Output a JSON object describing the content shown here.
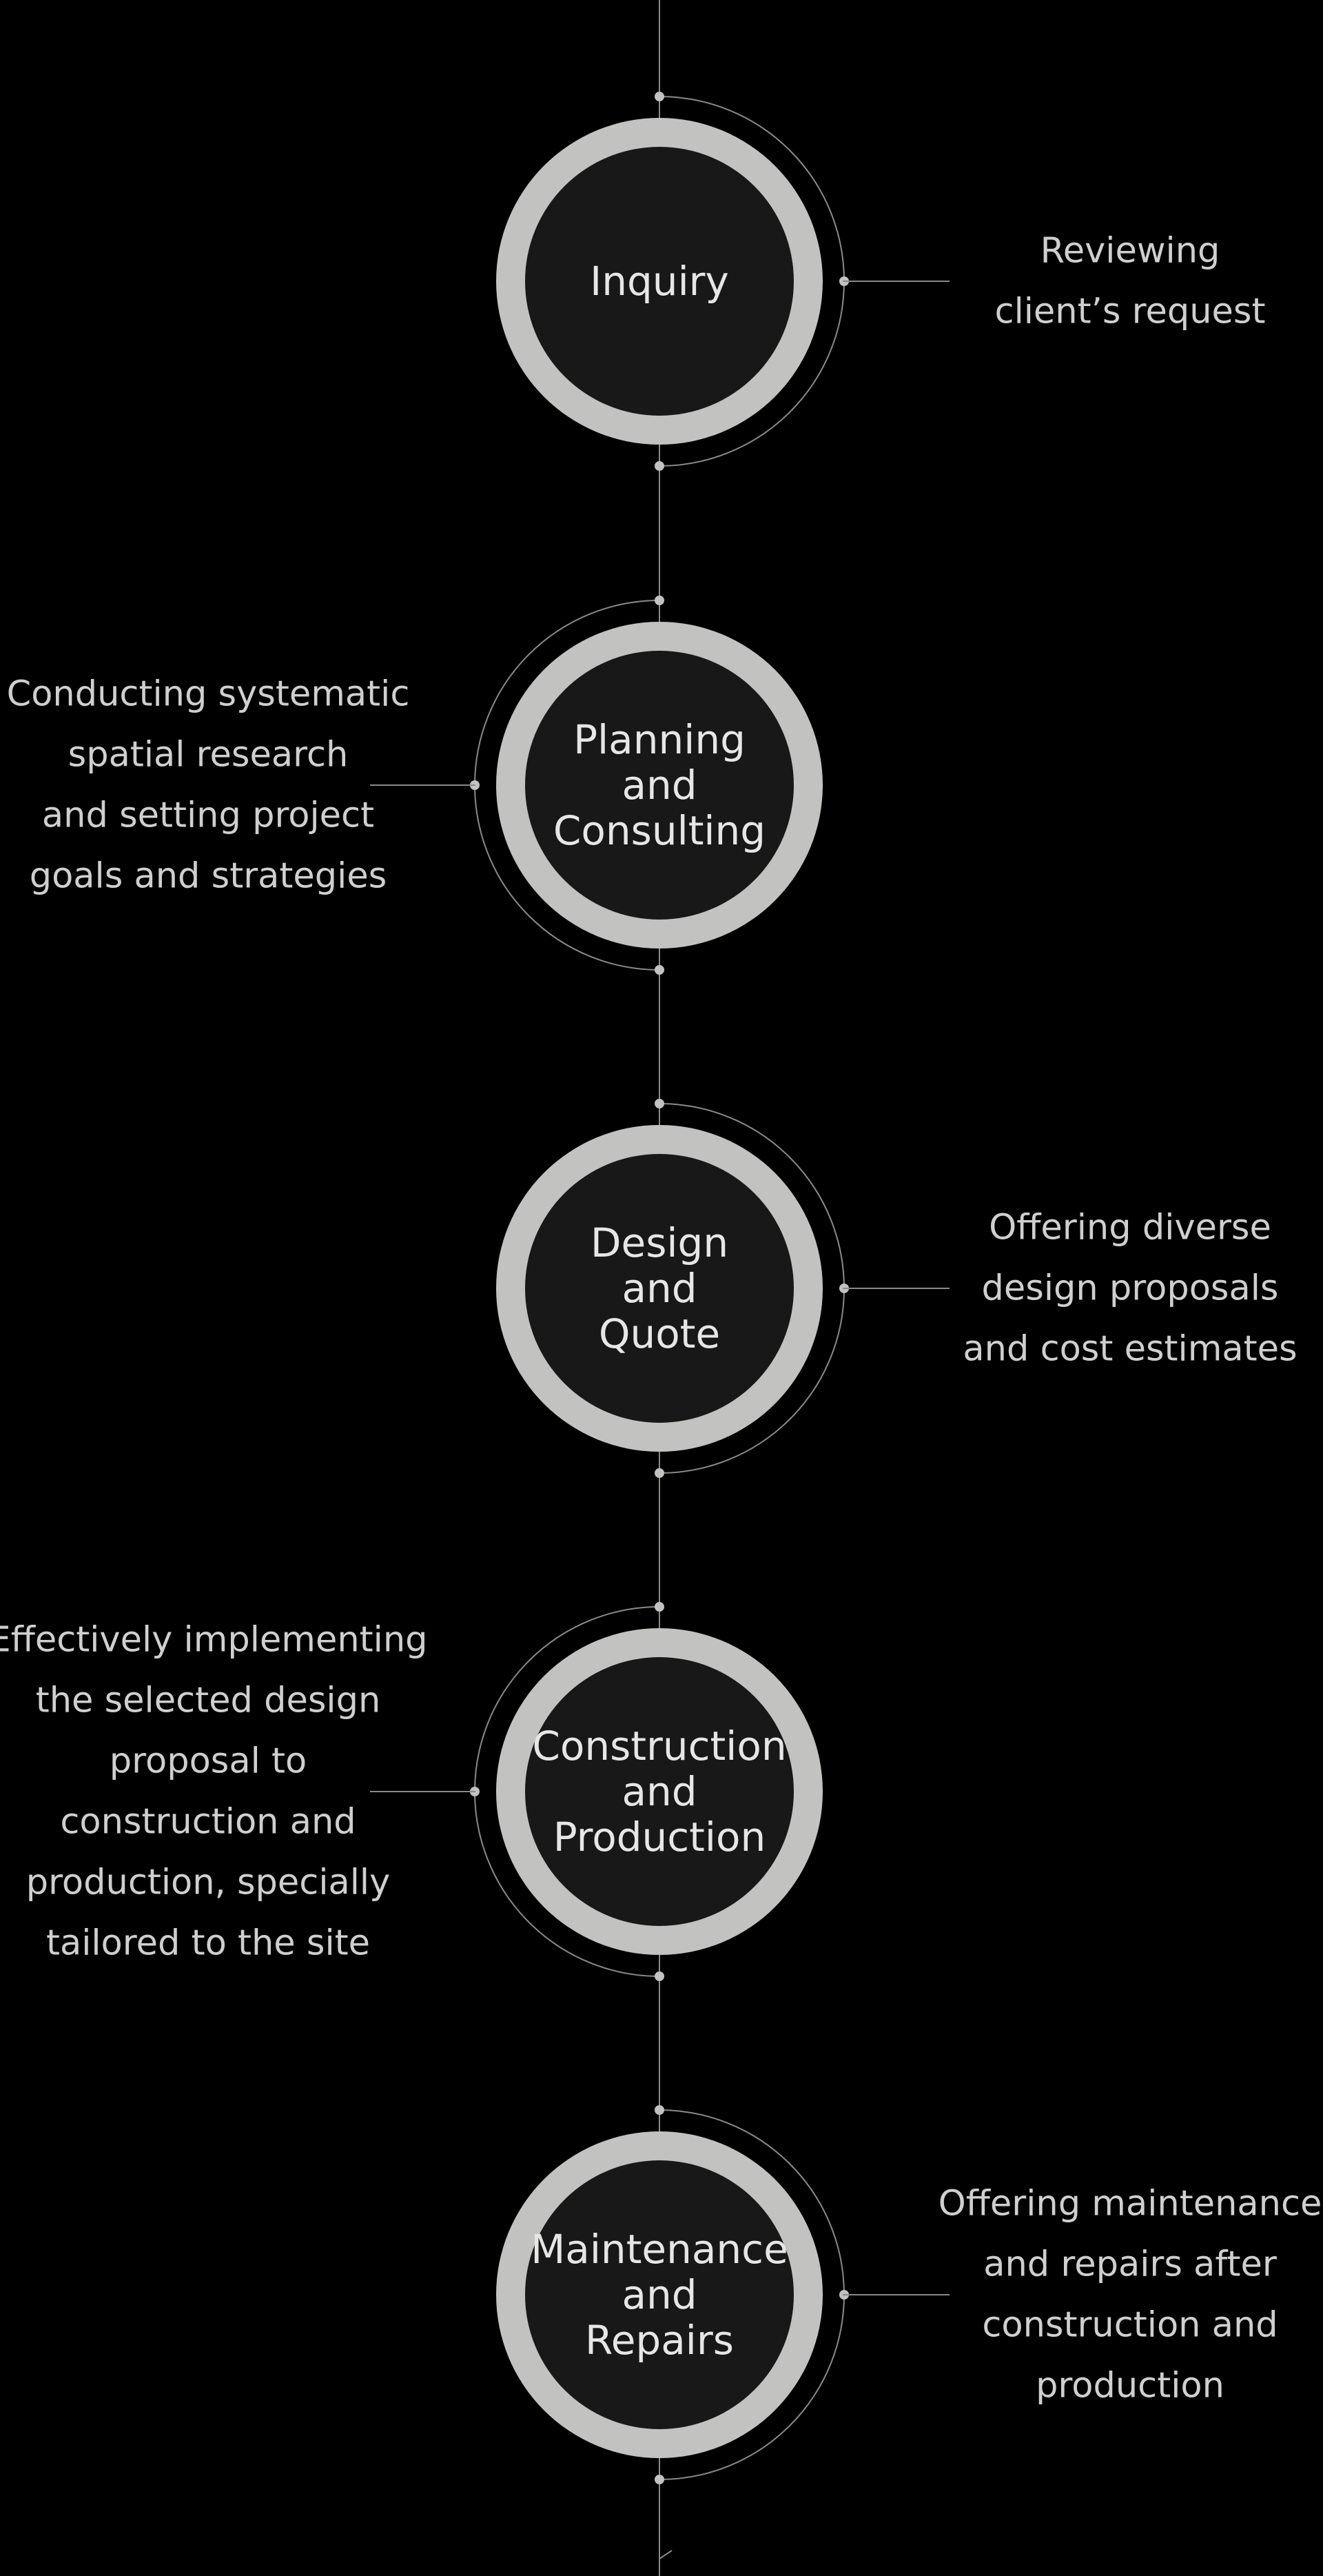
{
  "colors": {
    "background": "#000000",
    "ring": "#c2c2c0",
    "core": "#181818",
    "line": "#8a8a8a",
    "label": "#e6e6e6",
    "description": "#cfcfcf"
  },
  "steps": [
    {
      "label": [
        "Inquiry"
      ],
      "description": [
        "Reviewing",
        "client’s request"
      ],
      "side": "right"
    },
    {
      "label": [
        "Planning",
        "and",
        "Consulting"
      ],
      "description": [
        "Conducting systematic",
        "spatial research",
        "and setting project",
        "goals and strategies"
      ],
      "side": "left"
    },
    {
      "label": [
        "Design",
        "and",
        "Quote"
      ],
      "description": [
        "Offering diverse",
        "design proposals",
        "and cost estimates"
      ],
      "side": "right"
    },
    {
      "label": [
        "Construction",
        "and",
        "Production"
      ],
      "description": [
        "Effectively implementing",
        "the selected design",
        "proposal to",
        "construction and",
        "production, specially",
        "tailored to the site"
      ],
      "side": "left"
    },
    {
      "label": [
        "Maintenance",
        "and",
        "Repairs"
      ],
      "description": [
        "Offering maintenance",
        "and repairs after",
        "construction and",
        "production"
      ],
      "side": "right"
    }
  ]
}
